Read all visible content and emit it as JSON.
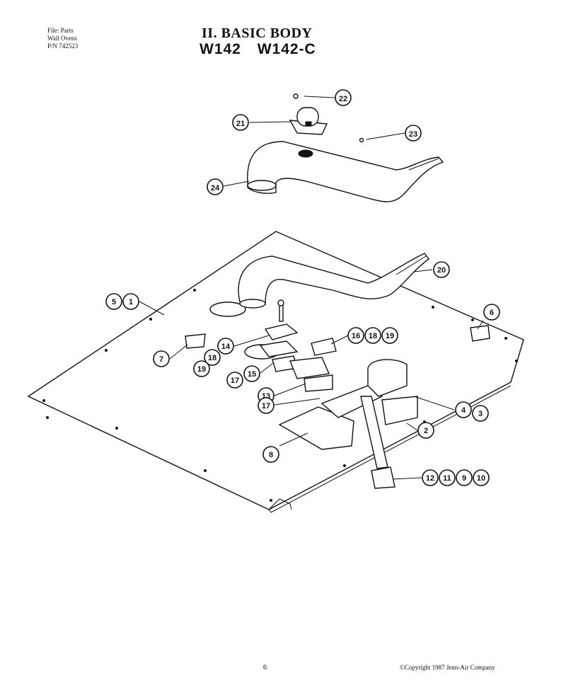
{
  "header": {
    "file_line": "File: Parts",
    "category_line": "Wall Ovens",
    "pn_line": "P/N 742523",
    "title": "II. BASIC BODY",
    "models": [
      "W142",
      "W142-C"
    ]
  },
  "callouts": [
    {
      "id": "c22",
      "label": "22"
    },
    {
      "id": "c21",
      "label": "21"
    },
    {
      "id": "c23",
      "label": "23"
    },
    {
      "id": "c24",
      "label": "24"
    },
    {
      "id": "c20",
      "label": "20"
    },
    {
      "id": "c5",
      "label": "5"
    },
    {
      "id": "c1",
      "label": "1"
    },
    {
      "id": "c6",
      "label": "6"
    },
    {
      "id": "c16",
      "label": "16"
    },
    {
      "id": "c18a",
      "label": "18"
    },
    {
      "id": "c19a",
      "label": "19"
    },
    {
      "id": "c14",
      "label": "14"
    },
    {
      "id": "c7",
      "label": "7"
    },
    {
      "id": "c18b",
      "label": "18"
    },
    {
      "id": "c19b",
      "label": "19"
    },
    {
      "id": "c17a",
      "label": "17"
    },
    {
      "id": "c15",
      "label": "15"
    },
    {
      "id": "c13",
      "label": "13"
    },
    {
      "id": "c17b",
      "label": "17"
    },
    {
      "id": "c4",
      "label": "4"
    },
    {
      "id": "c3",
      "label": "3"
    },
    {
      "id": "c2",
      "label": "2"
    },
    {
      "id": "c8",
      "label": "8"
    },
    {
      "id": "c12",
      "label": "12"
    },
    {
      "id": "c11",
      "label": "11"
    },
    {
      "id": "c9",
      "label": "9"
    },
    {
      "id": "c10",
      "label": "10"
    }
  ],
  "footer": {
    "page_number": "6",
    "copyright": "©Copyright 1987 Jenn-Air Company"
  }
}
